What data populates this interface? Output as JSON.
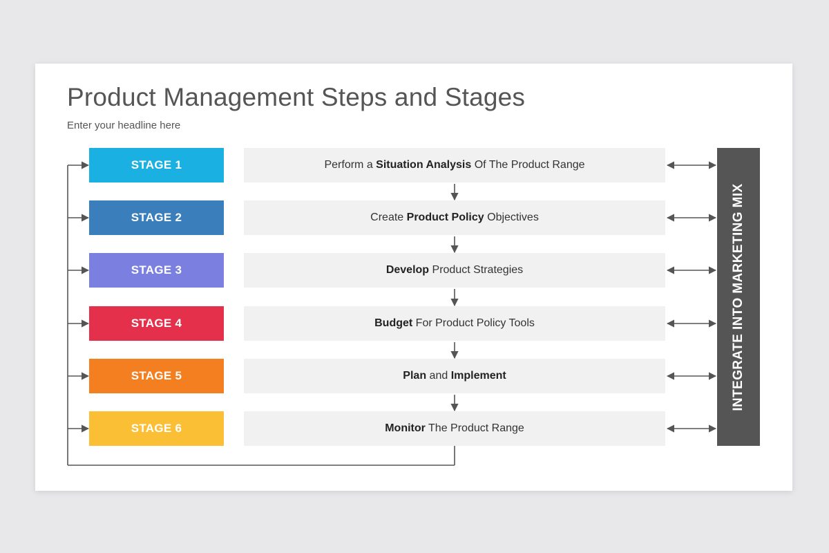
{
  "slide": {
    "title": "Product Management Steps and Stages",
    "subtitle": "Enter your headline here"
  },
  "stages": [
    {
      "label": "STAGE 1",
      "color": "#1ab0e2",
      "step": [
        {
          "t": "Perform a ",
          "b": false
        },
        {
          "t": "Situation Analysis",
          "b": true
        },
        {
          "t": " Of The Product Range",
          "b": false
        }
      ]
    },
    {
      "label": "STAGE 2",
      "color": "#3a7ebc",
      "step": [
        {
          "t": "Create ",
          "b": false
        },
        {
          "t": "Product Policy",
          "b": true
        },
        {
          "t": " Objectives",
          "b": false
        }
      ]
    },
    {
      "label": "STAGE 3",
      "color": "#7b7fe0",
      "step": [
        {
          "t": "Develop",
          "b": true
        },
        {
          "t": " Product Strategies",
          "b": false
        }
      ]
    },
    {
      "label": "STAGE 4",
      "color": "#e4304a",
      "step": [
        {
          "t": "Budget",
          "b": true
        },
        {
          "t": " For Product Policy Tools",
          "b": false
        }
      ]
    },
    {
      "label": "STAGE 5",
      "color": "#f47f20",
      "step": [
        {
          "t": "Plan",
          "b": true
        },
        {
          "t": " and ",
          "b": false
        },
        {
          "t": "Implement",
          "b": true
        }
      ]
    },
    {
      "label": "STAGE 6",
      "color": "#fbbf35",
      "step": [
        {
          "t": "Monitor",
          "b": true
        },
        {
          "t": " The Product Range",
          "b": false
        }
      ]
    }
  ],
  "side_bar": {
    "label": "INTEGRATE INTO MARKETING MIX",
    "color": "#555555"
  },
  "connector_color": "#555555"
}
